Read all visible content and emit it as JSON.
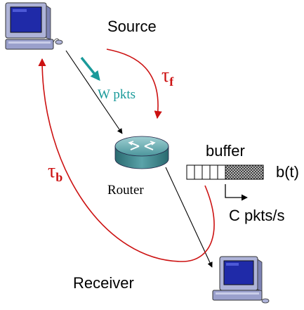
{
  "labels": {
    "source": "Source",
    "receiver": "Receiver",
    "router": "Router",
    "buffer": "buffer",
    "buffer_level": "b(t)",
    "capacity": "C pkts/s",
    "window": "W pkts",
    "tau_symbol": "τ",
    "tau_f_sub": "f",
    "tau_b_sub": "b"
  },
  "colors": {
    "delay_arrow": "#cc1111",
    "window_arrow": "#1a9a9a",
    "data_path": "#000000",
    "monitor_body": "#aeb3d8",
    "monitor_screen": "#1f2aa8",
    "router_body": "#3d7f86"
  },
  "icons": {
    "source": "computer-icon",
    "receiver": "computer-icon",
    "router": "router-icon"
  },
  "buffer": {
    "empty_slots": 5,
    "filled_slots": 1
  }
}
